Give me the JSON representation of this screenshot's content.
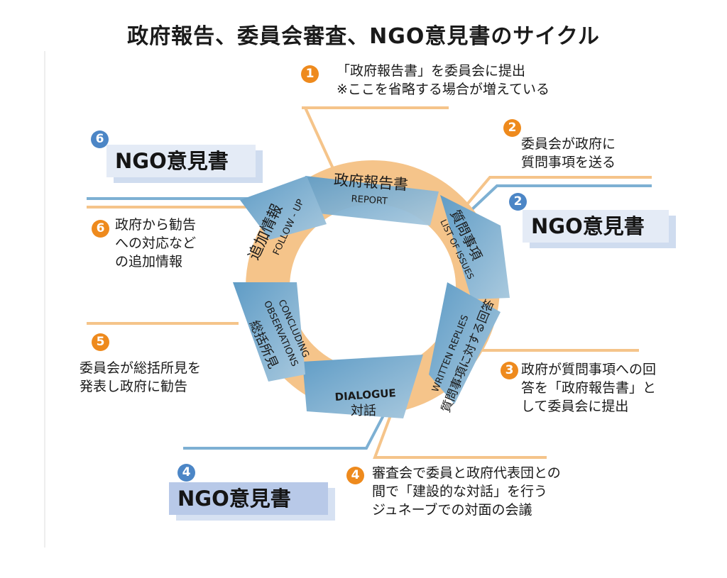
{
  "title": "政府報告、委員会審査、NGO意見書のサイクル",
  "colors": {
    "accent_orange": "#ee8a1d",
    "accent_blue": "#4c86c6",
    "ring_orange": "#f5c48a",
    "ring_blue": "#7db0d3"
  },
  "ring": {
    "report_jp": "政府報告書",
    "report_en": "REPORT",
    "issues_jp": "質問事項",
    "issues_en": "LIST OF ISSUES",
    "replies_jp": "質問事項に対する回答",
    "replies_en": "WRITTEN REPLIES",
    "dialogue_en": "DIALOGUE",
    "dialogue_jp": "対話",
    "concluding_en1": "CONCLUDING",
    "concluding_en2": "OBSERVATIONS",
    "concluding_jp": "総括所見",
    "followup_en": "FOLLOW - UP",
    "followup_jp": "追加情報"
  },
  "steps": {
    "s1": {
      "num": "1",
      "line1": "「政府報告書」を委員会に提出",
      "line2": "※ここを省略する場合が増えている"
    },
    "s2": {
      "num": "2",
      "line1": "委員会が政府に",
      "line2": "質問事項を送る"
    },
    "s3": {
      "num": "3",
      "line1": "政府が質問事項への回",
      "line2": "答を「政府報告書」と",
      "line3": "して委員会に提出"
    },
    "s4": {
      "num": "4",
      "line1": "審査会で委員と政府代表団との",
      "line2": "間で「建設的な対話」を行う",
      "line3": "ジュネーブでの対面の会議"
    },
    "s5": {
      "num": "5",
      "line1": "委員会が総括所見を",
      "line2": "発表し政府に勧告"
    },
    "s6": {
      "num": "6",
      "line1": "政府から勧告",
      "line2": "への対応など",
      "line3": "の追加情報"
    }
  },
  "ngo": {
    "n6": {
      "num": "6",
      "label": "NGO意見書"
    },
    "n2": {
      "num": "2",
      "label": "NGO意見書"
    },
    "n4": {
      "num": "4",
      "label": "NGO意見書"
    }
  }
}
